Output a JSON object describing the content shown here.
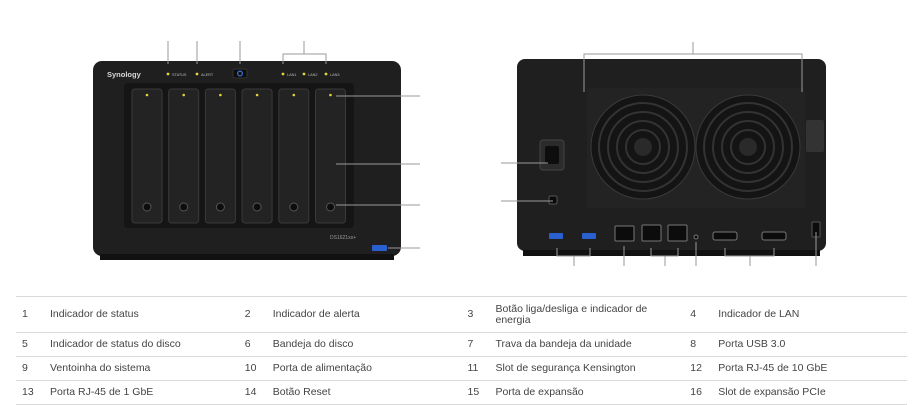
{
  "brand": "Synology",
  "model": "DS1621xs+",
  "led_labels": [
    "STATUS",
    "ALERT",
    "LAN1",
    "LAN2",
    "LAN3"
  ],
  "legend": [
    {
      "num": "1",
      "label": "Indicador de status"
    },
    {
      "num": "2",
      "label": "Indicador de alerta"
    },
    {
      "num": "3",
      "label": "Botão liga/desliga e indicador de energia"
    },
    {
      "num": "4",
      "label": "Indicador de LAN"
    },
    {
      "num": "5",
      "label": "Indicador de status do disco"
    },
    {
      "num": "6",
      "label": "Bandeja do disco"
    },
    {
      "num": "7",
      "label": "Trava da bandeja da unidade"
    },
    {
      "num": "8",
      "label": "Porta USB 3.0"
    },
    {
      "num": "9",
      "label": "Ventoinha do sistema"
    },
    {
      "num": "10",
      "label": "Porta de alimentação"
    },
    {
      "num": "11",
      "label": "Slot de segurança Kensington"
    },
    {
      "num": "12",
      "label": "Porta RJ-45 de 10 GbE"
    },
    {
      "num": "13",
      "label": "Porta RJ-45 de 1 GbE"
    },
    {
      "num": "14",
      "label": "Botão Reset"
    },
    {
      "num": "15",
      "label": "Porta de expansão"
    },
    {
      "num": "16",
      "label": "Slot de expansão PCIe"
    }
  ],
  "colors": {
    "chassis": "#1f1f1f",
    "panel": "#151515",
    "led_yellow": "#e6d23c",
    "usb_blue": "#2a5fcf",
    "leader": "#9a9a9a",
    "grid": "#d9d9d9"
  }
}
